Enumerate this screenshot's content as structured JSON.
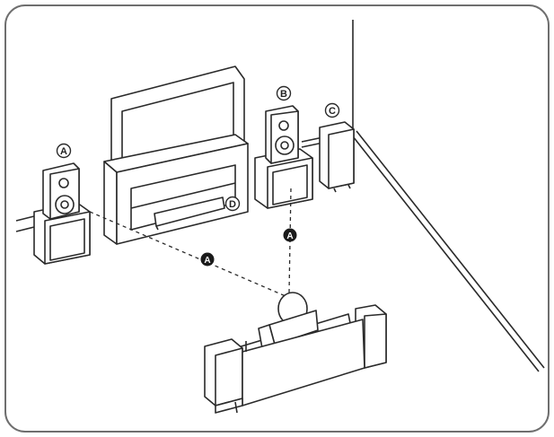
{
  "labels": {
    "front_left": "A",
    "front_right": "B",
    "subwoofer": "C",
    "center": "D",
    "distance_left": "A",
    "distance_right": "A"
  },
  "colors": {
    "line": "#2a2a2a",
    "frame": "#6e6e6e",
    "paper": "#ffffff",
    "badge_fill": "#1a1a1a"
  }
}
